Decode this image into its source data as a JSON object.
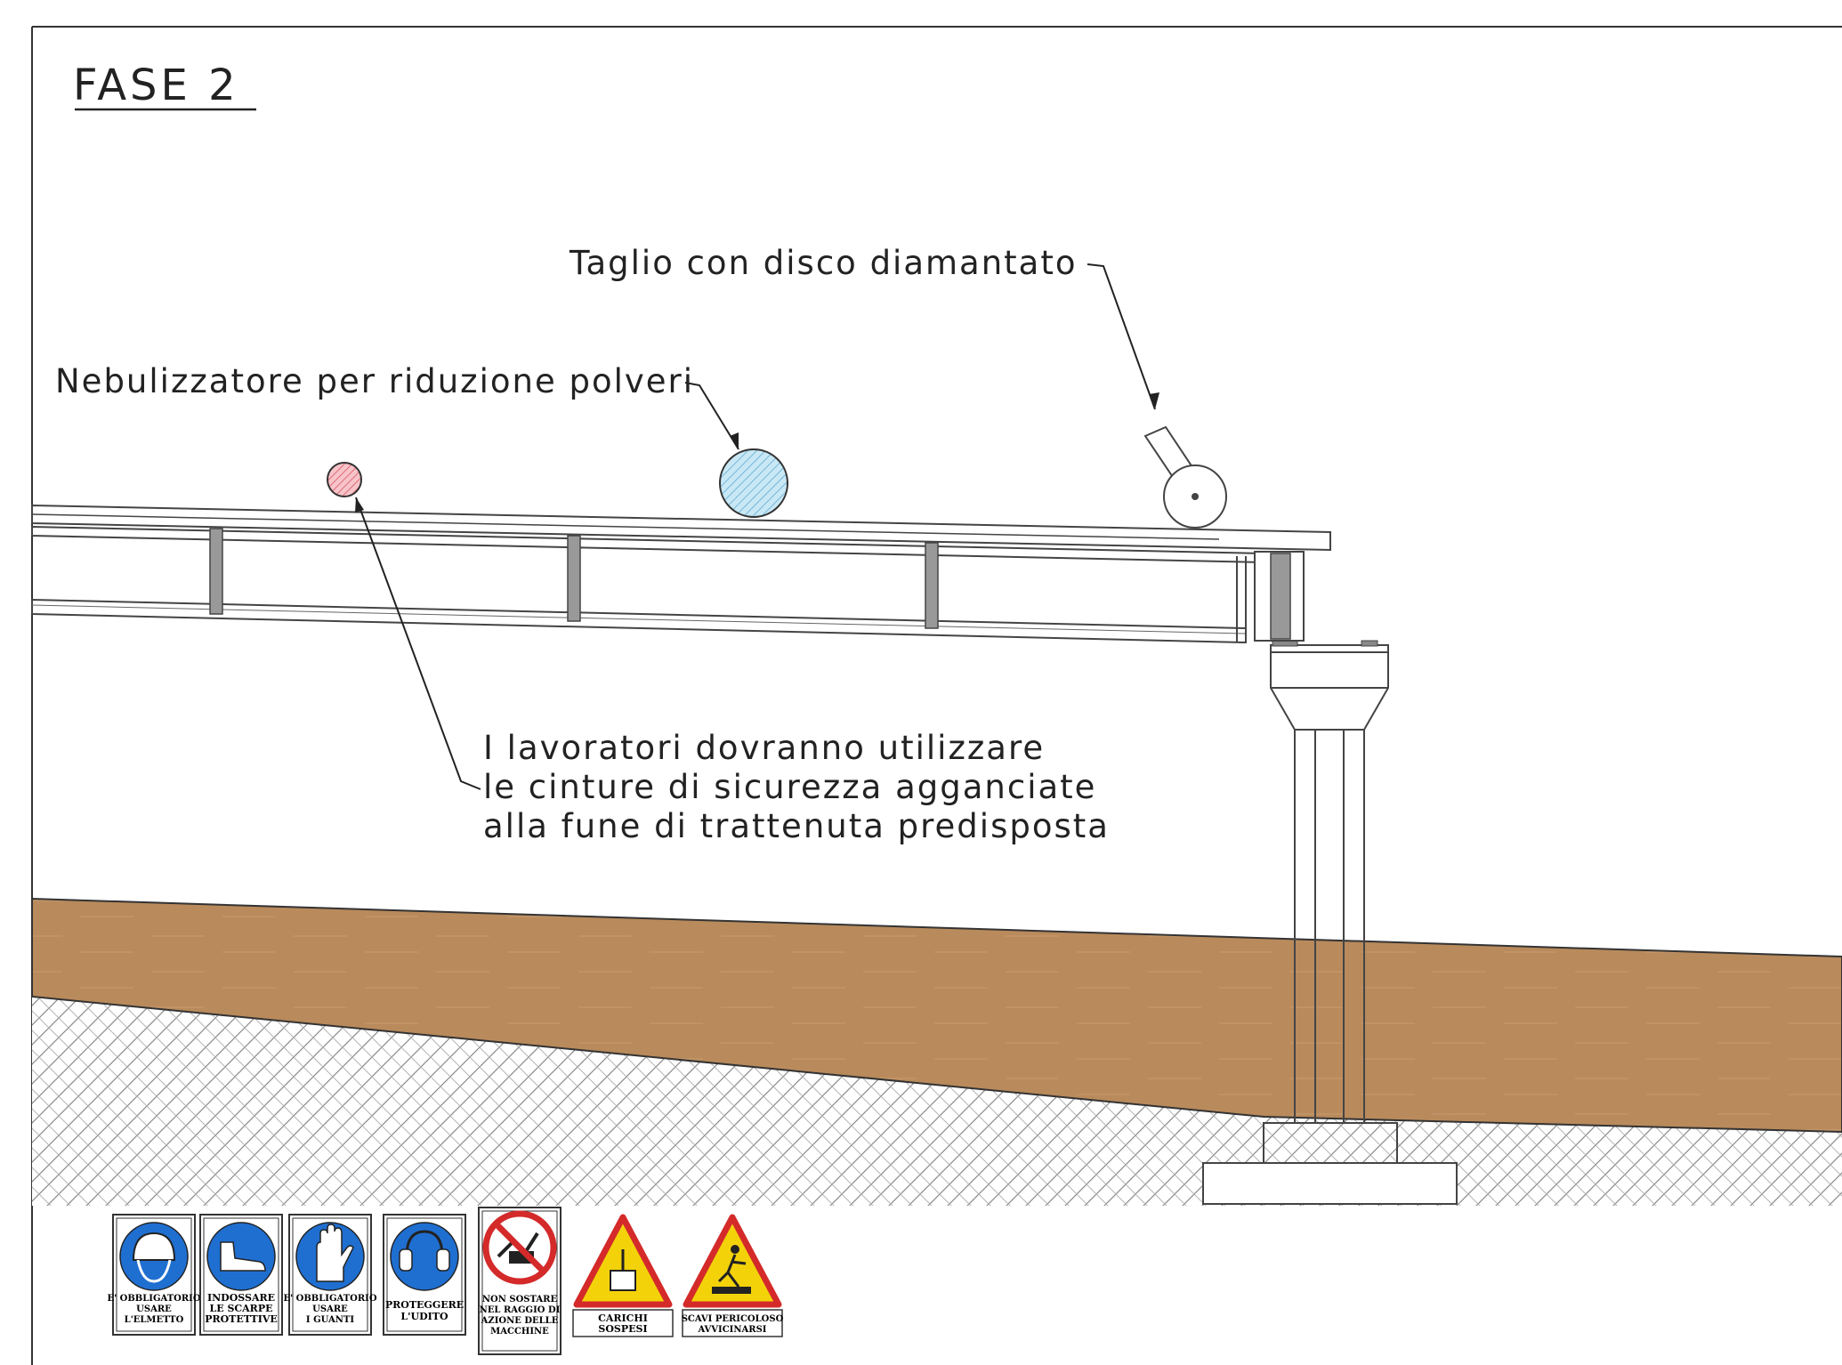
{
  "title": "FASE 2",
  "annotations": {
    "cut": "Taglio con disco diamantato",
    "nebulizer": "Nebulizzatore per riduzione polveri",
    "workers": [
      "I lavoratori dovranno utilizzare",
      "le cinture di sicurezza agganciate",
      "alla fune di trattenuta predisposta"
    ]
  },
  "signs": {
    "helmet": [
      "E' OBBLIGATORIO",
      "USARE",
      "L'ELMETTO"
    ],
    "shoes": [
      "INDOSSARE",
      "LE SCARPE",
      "PROTETTIVE"
    ],
    "gloves": [
      "E' OBBLIGATORIO",
      "USARE",
      "I GUANTI"
    ],
    "hearing": [
      "PROTEGGERE",
      "L'UDITO"
    ],
    "machines": [
      "NON SOSTARE",
      "NEL RAGGIO DI",
      "AZIONE DELLE",
      "MACCHINE"
    ],
    "loads": [
      "CARICHI",
      "SOSPESI"
    ],
    "excavation": [
      "SCAVI PERICOLOSO",
      "AVVICINARSI"
    ]
  },
  "colors": {
    "soil": "#b98a5c",
    "mandatory_blue": "#1f6fd1",
    "danger_red": "#d42a2a",
    "warning_yellow": "#f4d20a",
    "nebulizer_fill": "#c9e8f5",
    "marker_fill": "#f2a3ab"
  }
}
